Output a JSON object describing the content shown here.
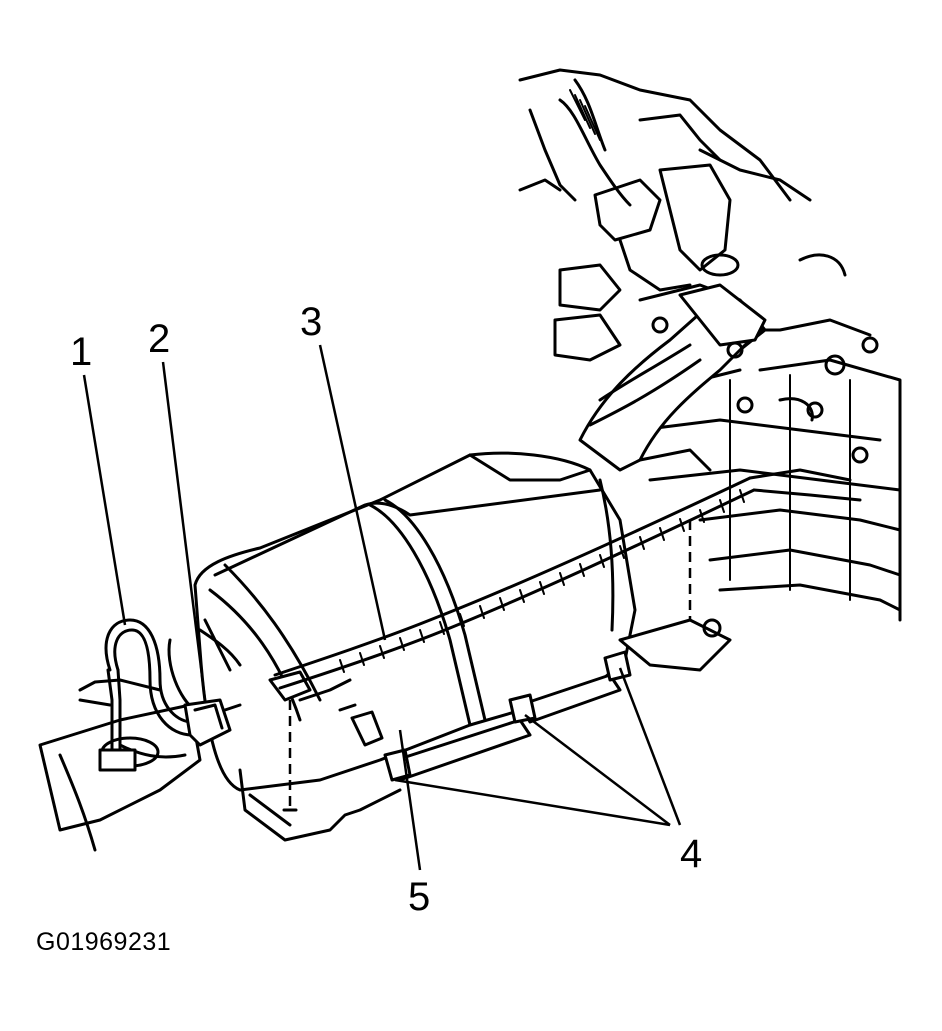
{
  "callouts": [
    {
      "id": "1",
      "label": "1"
    },
    {
      "id": "2",
      "label": "2"
    },
    {
      "id": "3",
      "label": "3"
    },
    {
      "id": "4",
      "label": "4"
    },
    {
      "id": "5",
      "label": "5"
    }
  ],
  "figure_id": "G01969231",
  "colors": {
    "ink": "#000000",
    "paper": "#ffffff"
  }
}
